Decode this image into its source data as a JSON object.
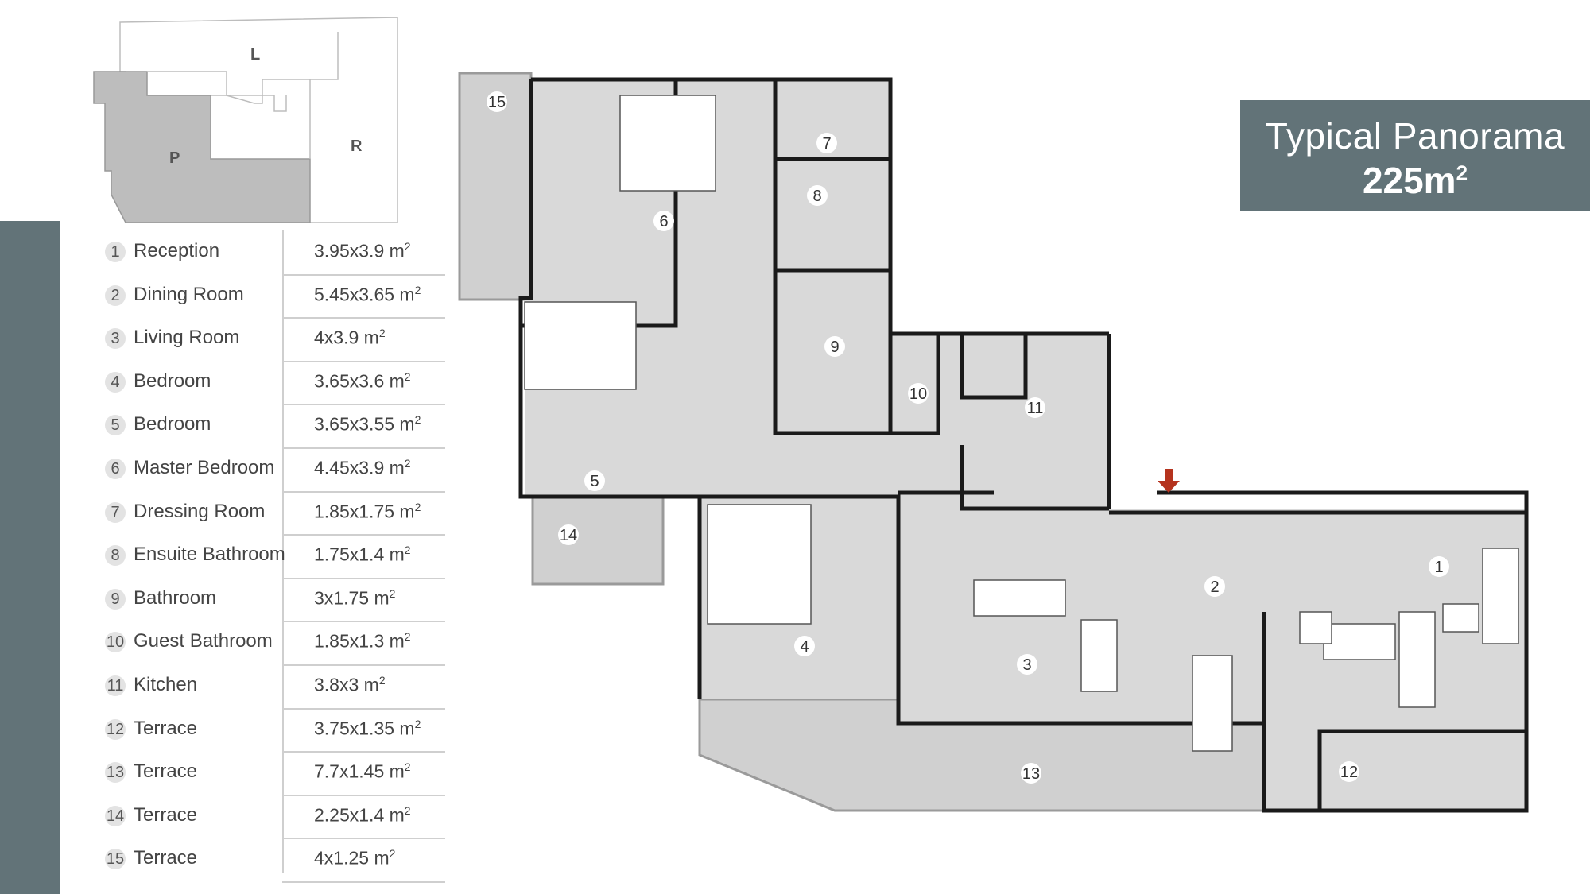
{
  "title": {
    "line1": "Typical Panorama",
    "area_value": "225m",
    "area_sup": "2"
  },
  "key_plan": {
    "labels": [
      "L",
      "P",
      "R"
    ]
  },
  "unit_sup": "2",
  "rooms": [
    {
      "num": "1",
      "name": "Reception",
      "size": "3.95x3.9 m"
    },
    {
      "num": "2",
      "name": "Dining Room",
      "size": "5.45x3.65 m"
    },
    {
      "num": "3",
      "name": "Living Room",
      "size": "4x3.9 m"
    },
    {
      "num": "4",
      "name": "Bedroom",
      "size": "3.65x3.6 m"
    },
    {
      "num": "5",
      "name": "Bedroom",
      "size": "3.65x3.55 m"
    },
    {
      "num": "6",
      "name": "Master Bedroom",
      "size": "4.45x3.9 m"
    },
    {
      "num": "7",
      "name": "Dressing Room",
      "size": "1.85x1.75 m"
    },
    {
      "num": "8",
      "name": "Ensuite Bathroom",
      "size": "1.75x1.4 m"
    },
    {
      "num": "9",
      "name": "Bathroom",
      "size": "3x1.75 m"
    },
    {
      "num": "10",
      "name": "Guest Bathroom",
      "size": "1.85x1.3 m"
    },
    {
      "num": "11",
      "name": "Kitchen",
      "size": "3.8x3 m"
    },
    {
      "num": "12",
      "name": "Terrace",
      "size": "3.75x1.35 m"
    },
    {
      "num": "13",
      "name": "Terrace",
      "size": "7.7x1.45 m"
    },
    {
      "num": "14",
      "name": "Terrace",
      "size": "2.25x1.4 m"
    },
    {
      "num": "15",
      "name": "Terrace",
      "size": "4x1.25 m"
    }
  ],
  "plan_labels": [
    "1",
    "2",
    "3",
    "4",
    "5",
    "6",
    "7",
    "8",
    "9",
    "10",
    "11",
    "12",
    "13",
    "14",
    "15"
  ],
  "colors": {
    "accent": "#627378",
    "room_fill": "#d9d9d9",
    "wall": "#1a1a1a",
    "entry_arrow": "#b5331e"
  }
}
